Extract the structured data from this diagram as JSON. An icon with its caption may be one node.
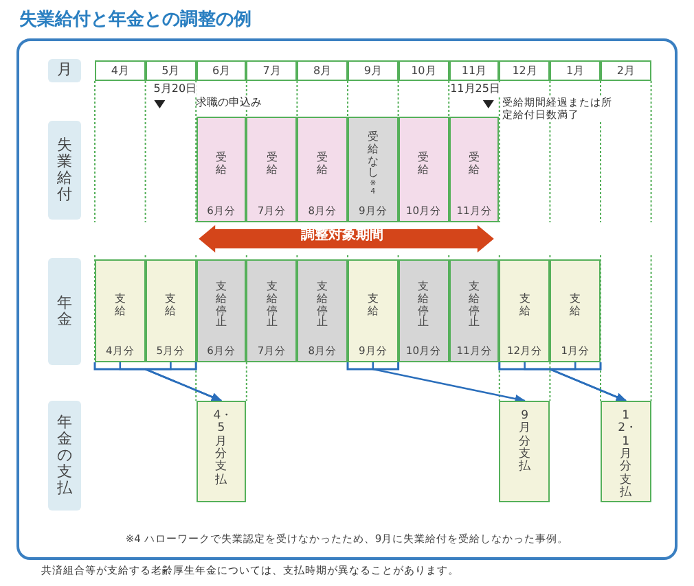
{
  "diagram": {
    "title": "失業給付と年金との調整の例",
    "nodes": [
      {
        "text": [
          "※4 ハローワークで失業認定を受けなかったため、9月に失業給付を受給しなかった事例。"
        ]
      },
      {
        "text": [
          "月"
        ],
        "in": 0
      },
      {
        "text": [
          "4月"
        ],
        "in": 0
      },
      {
        "text": [
          "5月"
        ],
        "in": 0
      },
      {
        "text": [
          "6月"
        ],
        "in": 0
      },
      {
        "text": [
          "7月"
        ],
        "in": 0
      },
      {
        "text": [
          "8月"
        ],
        "in": 0
      },
      {
        "text": [
          "9月"
        ],
        "in": 0
      },
      {
        "text": [
          "10月"
        ],
        "in": 0
      },
      {
        "text": [
          "11月"
        ],
        "in": 0
      },
      {
        "text": [
          "12月"
        ],
        "in": 0
      },
      {
        "text": [
          "1月"
        ],
        "in": 0
      },
      {
        "text": [
          "2月"
        ],
        "in": 0
      },
      {
        "text": [
          "失業給付"
        ],
        "in": 0
      },
      {
        "text": [
          "受給",
          "6月分"
        ],
        "in": 0
      },
      {
        "text": [
          "受給",
          "7月分"
        ],
        "in": 0
      },
      {
        "text": [
          "受給",
          "8月分"
        ],
        "in": 0
      },
      {
        "text": [
          "受給なし",
          "※4",
          "9月分"
        ],
        "in": 0
      },
      {
        "text": [
          "受給",
          "10月分"
        ],
        "in": 0
      },
      {
        "text": [
          "受給",
          "11月分"
        ],
        "in": 0
      },
      {
        "text": [
          "年金"
        ],
        "in": 0
      },
      {
        "text": [
          "支給",
          "4月分"
        ],
        "in": 0
      },
      {
        "text": [
          "支給",
          "5月分"
        ],
        "in": 0
      },
      {
        "text": [
          "支給停止",
          "6月分"
        ],
        "in": 0
      },
      {
        "text": [
          "支給停止",
          "7月分"
        ],
        "in": 0
      },
      {
        "text": [
          "支給停止",
          "8月分"
        ],
        "in": 0
      },
      {
        "text": [
          "支給",
          "9月分"
        ],
        "in": 0
      },
      {
        "text": [
          "支給停止",
          "10月分"
        ],
        "in": 0
      },
      {
        "text": [
          "支給停止",
          "11月分"
        ],
        "in": 0
      },
      {
        "text": [
          "支給",
          "12月分"
        ],
        "in": 0
      },
      {
        "text": [
          "支給",
          "1月分"
        ],
        "in": 0
      },
      {
        "text": [
          "年金の支払"
        ],
        "in": 0
      },
      {
        "text": [
          "4・5月分支払"
        ],
        "in": 0
      },
      {
        "text": [
          "9月分支払"
        ],
        "in": 0
      },
      {
        "text": [
          "12・1月分支払"
        ],
        "in": 0
      }
    ],
    "edges": [
      {
        "from": 21,
        "to": 32,
        "arrow": "to"
      },
      {
        "from": 22,
        "to": 32,
        "arrow": "to"
      },
      {
        "from": 26,
        "to": 33,
        "arrow": "to"
      },
      {
        "from": 29,
        "to": 34,
        "arrow": "to"
      },
      {
        "from": 30,
        "to": 34,
        "arrow": "to"
      }
    ],
    "labels": [
      "5月20日",
      "求職の申込み",
      "11月25日",
      "受給期間経過または所定給付日数満了",
      "調整対象期間",
      "共済組合等が支給する老齢厚生年金については、支払時期が異なることがあります。"
    ]
  }
}
